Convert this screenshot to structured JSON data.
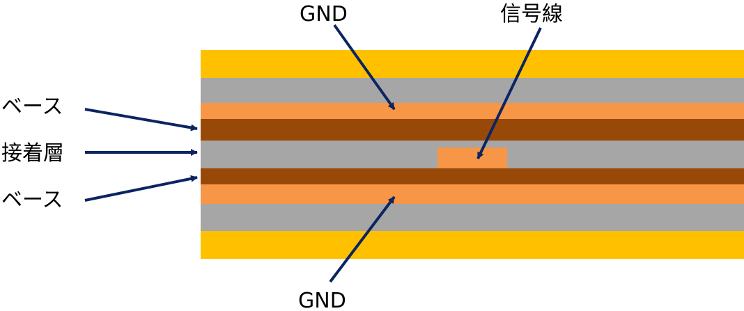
{
  "labels": {
    "gnd_top": "GND",
    "signal_line": "信号線",
    "base_top": "ベース",
    "adhesive": "接着層",
    "base_bottom": "ベース",
    "gnd_bottom": "GND"
  },
  "colors": {
    "coverlay": "#FFC000",
    "insulator": "#A6A6A6",
    "copper": "#F79646",
    "base": "#984807",
    "arrow": "#0C2461"
  }
}
